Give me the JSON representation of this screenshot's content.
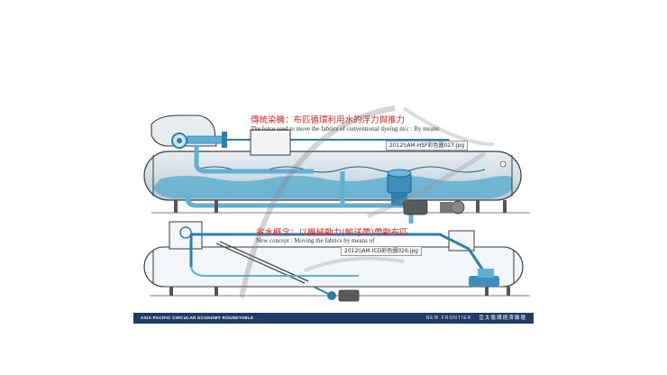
{
  "top": {
    "caption_zh": "傳統染機：布匹循環利用水的浮力與推力",
    "caption_en": "The force used to move the fabrics of conventional dyeing m/c : By means",
    "file_label": "2012\\\\AM-HSF彩色圖027.jpg"
  },
  "bottom": {
    "caption_zh": "省水概念：以機械動力(輸送帶)帶動布匹",
    "caption_en": "New concept : Moving the fabrics by means of",
    "file_label": "2012\\\\AM-ICD彩色圖026.jpg"
  },
  "footer": {
    "left": "ASIA PACIFIC CIRCULAR ECONOMY ROUNDTABLE",
    "right_en": "NEW FRONTIER",
    "right_zh": "亞太循環經濟論壇"
  },
  "colors": {
    "water": "#5fb0d1",
    "pipe": "#2c7fae",
    "outline": "#3a3a3a",
    "caption_zh": "#d42a1e",
    "footer_bg": "#1f3b66"
  }
}
